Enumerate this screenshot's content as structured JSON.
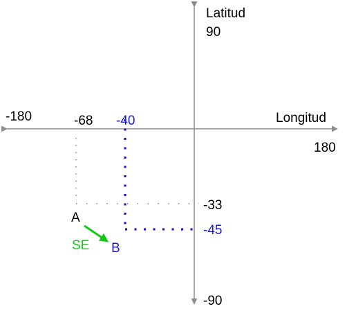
{
  "axes": {
    "x_title": "Longitud",
    "y_title": "Latitud",
    "x_min_label": "-180",
    "x_max_label": "180",
    "y_max_label": "90",
    "y_min_label": "-90",
    "axis_color": "#8c8c8c"
  },
  "points": {
    "a": {
      "label": "A",
      "lon_label": "-68",
      "lat_label": "-33",
      "color": "#000000",
      "guide_color": "#555555"
    },
    "b": {
      "label": "B",
      "lon_label": "-40",
      "lat_label": "-45",
      "color": "#1a1ad6"
    }
  },
  "direction": {
    "label": "SE",
    "color": "#14c814",
    "icon": "arrow-southeast-icon"
  }
}
